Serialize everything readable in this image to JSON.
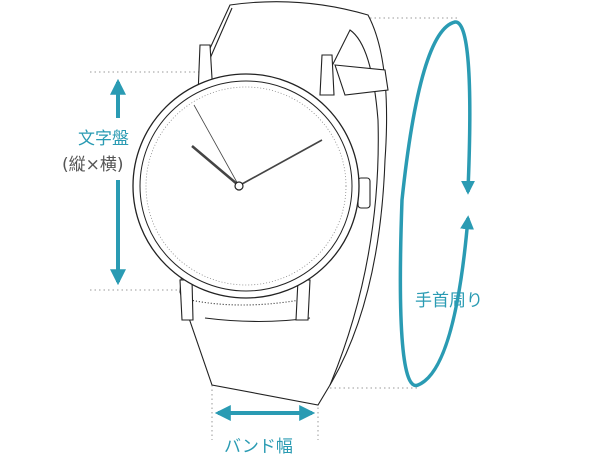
{
  "labels": {
    "dial": "文字盤",
    "dial_sub": "(縦×横)",
    "wrist": "手首周り",
    "band_width": "バンド幅"
  },
  "colors": {
    "accent": "#2a9bb3",
    "line": "#222222",
    "guide": "#999999",
    "secondary_text": "#555555"
  }
}
